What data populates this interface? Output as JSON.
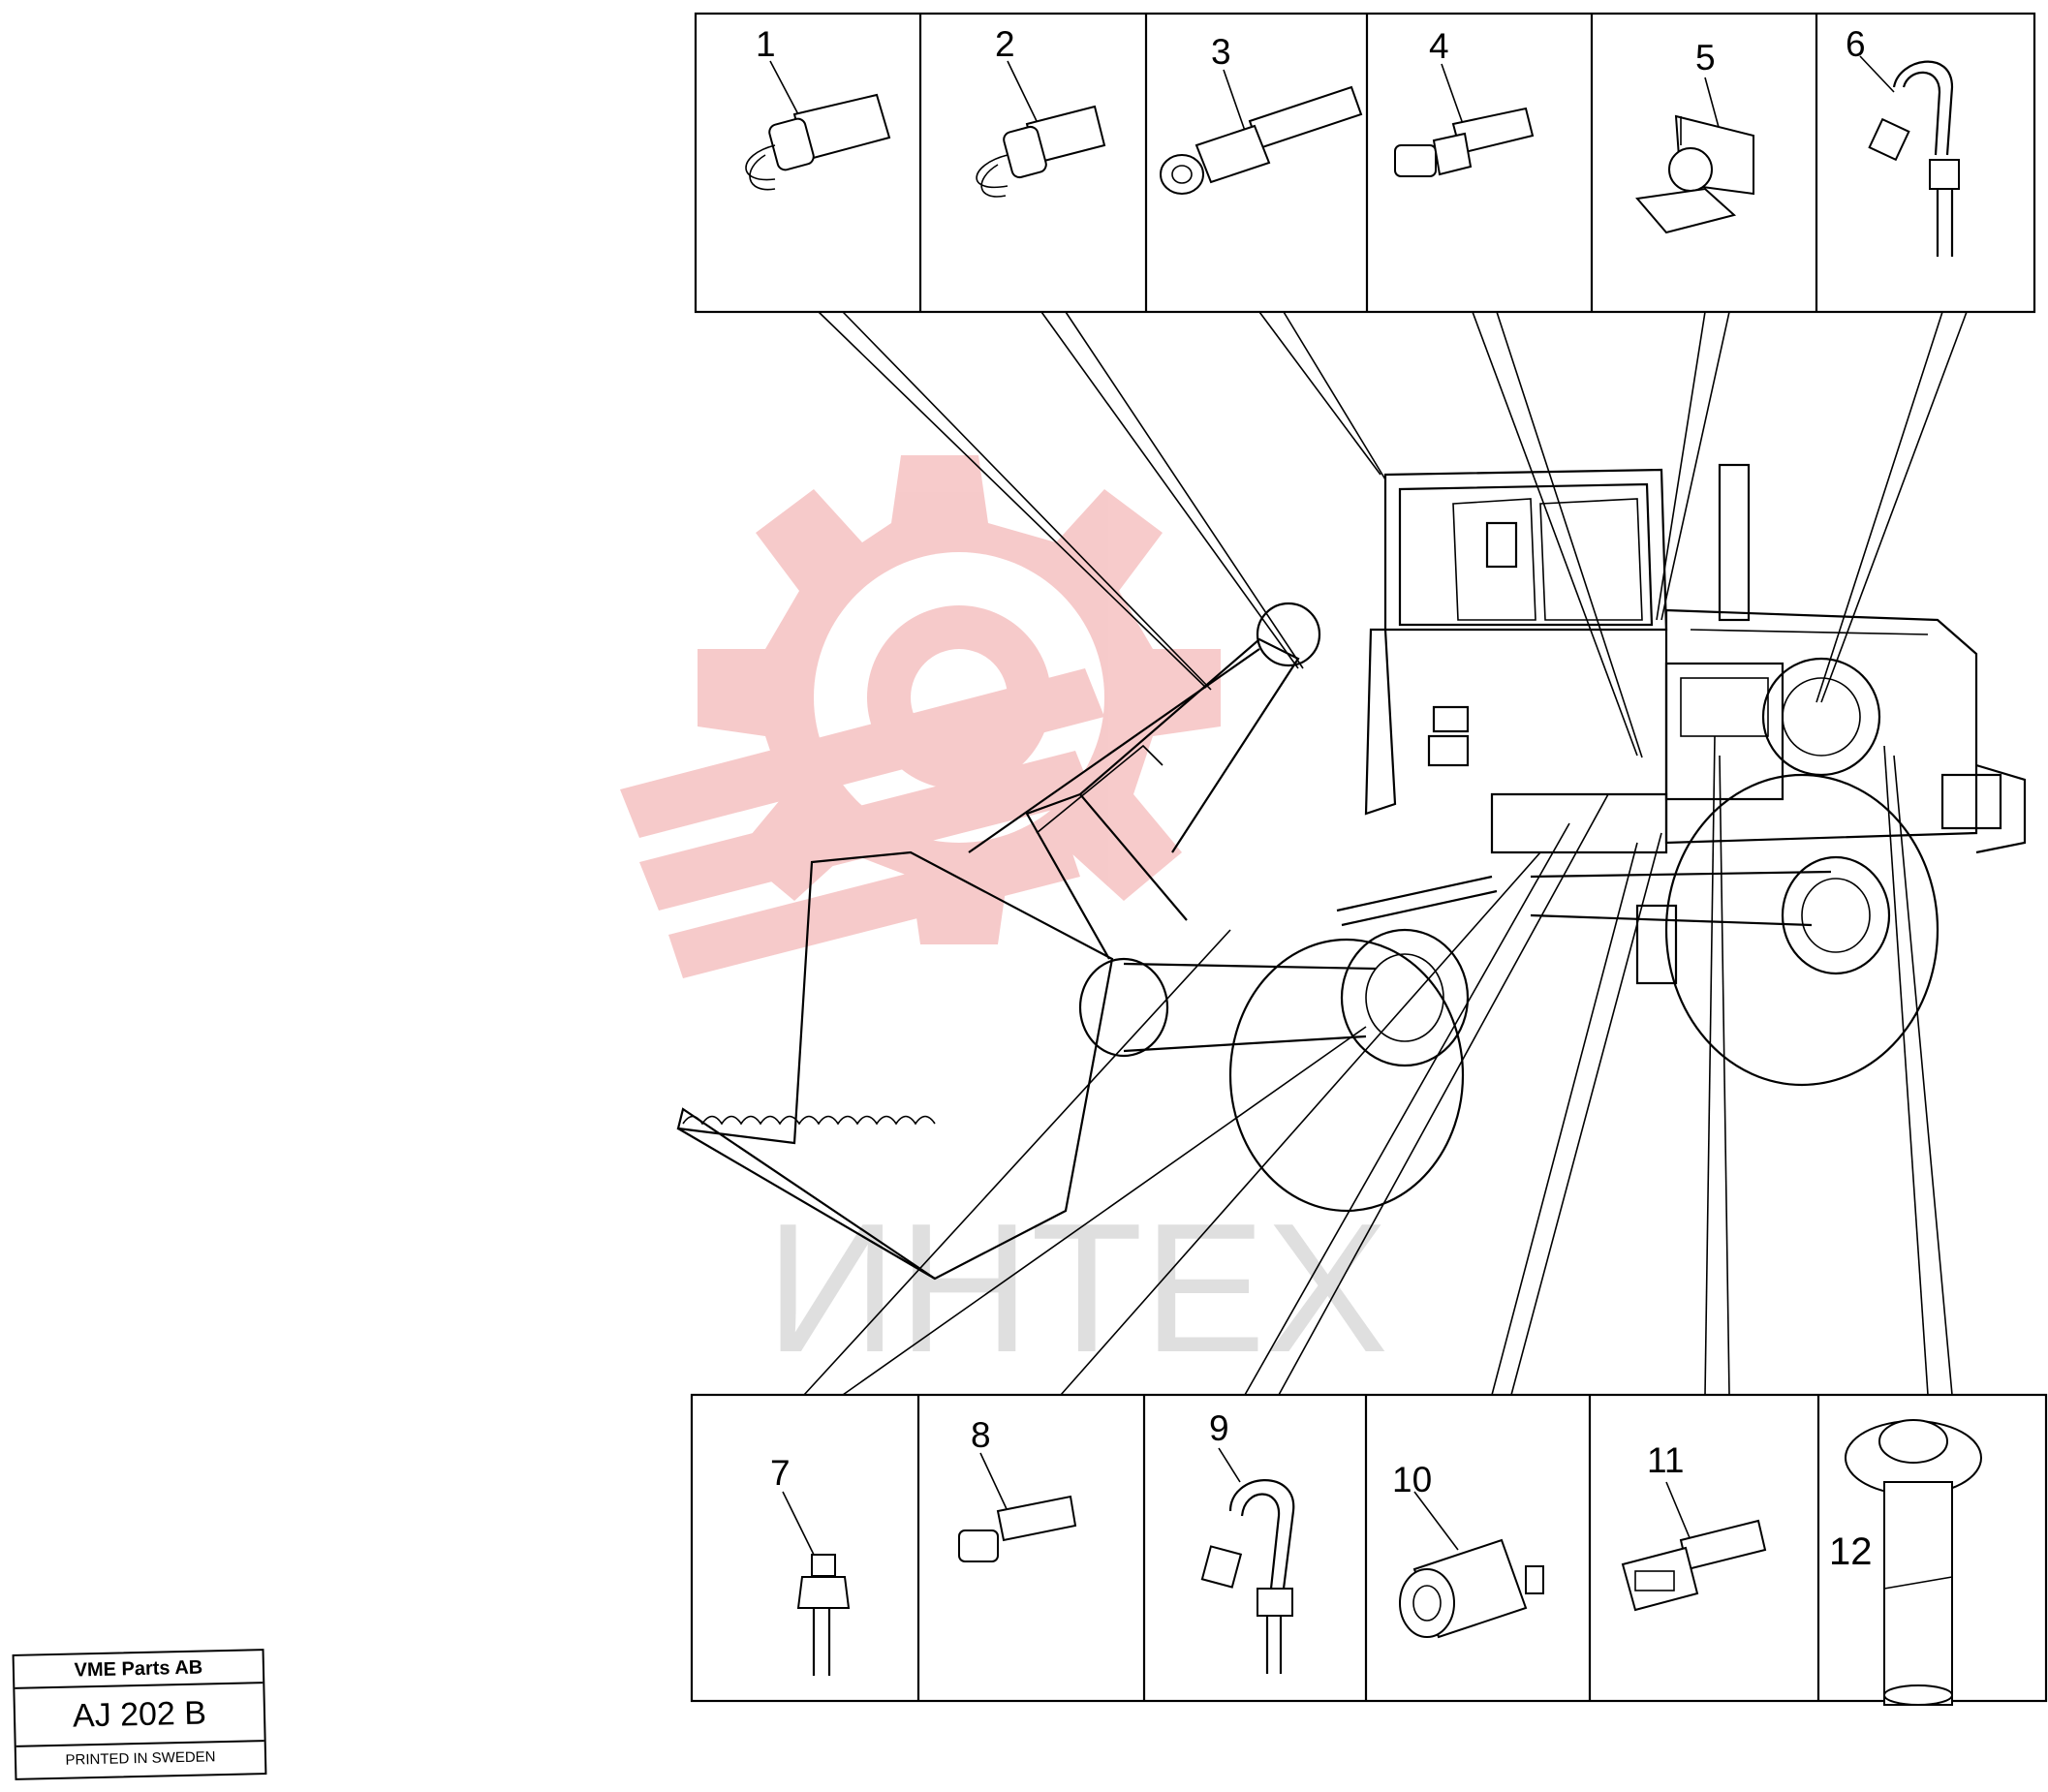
{
  "callouts_top": [
    "1",
    "2",
    "3",
    "4",
    "5",
    "6"
  ],
  "callouts_bottom": [
    "7",
    "8",
    "9",
    "10",
    "11",
    "12"
  ],
  "watermark": {
    "text": "ИНТЕХ",
    "color": "#f2b8b8",
    "text_color": "#dcdcdc"
  },
  "stamp": {
    "company": "VME Parts AB",
    "code": "AJ 202 B",
    "printed": "PRINTED IN SWEDEN"
  }
}
